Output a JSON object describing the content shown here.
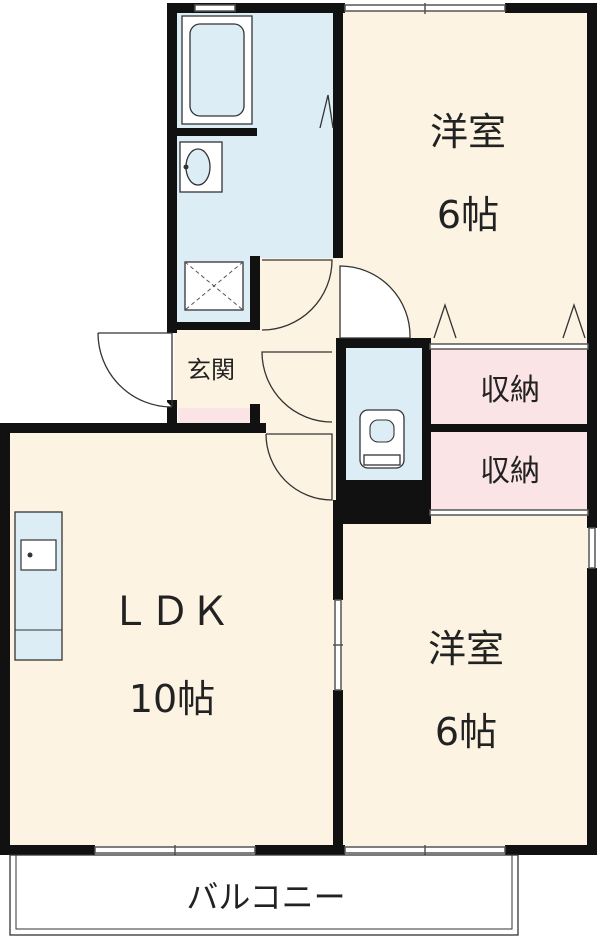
{
  "colors": {
    "room": "#fdf3e2",
    "wet": "#dcedf6",
    "storage": "#fbe4e6",
    "wall": "#111111",
    "balcony": "#ffffff"
  },
  "rooms": {
    "western_top": {
      "name": "洋室",
      "size": "6帖"
    },
    "western_bottom": {
      "name": "洋室",
      "size": "6帖"
    },
    "ldk": {
      "name": "ＬＤＫ",
      "size": "10帖"
    },
    "entrance": {
      "name": "玄関"
    },
    "storage_1": {
      "name": "収納"
    },
    "storage_2": {
      "name": "収納"
    },
    "balcony": {
      "name": "バルコニー"
    }
  },
  "icons": [
    "bathtub-icon",
    "washbasin-icon",
    "washing-machine-pan-icon",
    "toilet-icon",
    "kitchen-sink-icon"
  ]
}
